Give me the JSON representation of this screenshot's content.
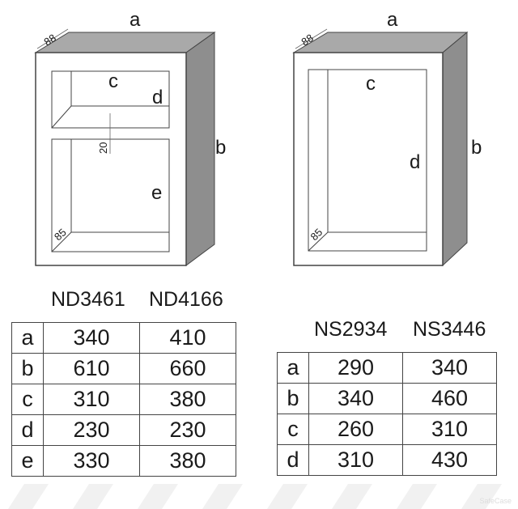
{
  "left_diagram": {
    "labels": {
      "a": "a",
      "b": "b",
      "c": "c",
      "d": "d",
      "e": "e",
      "depth": "88",
      "shelf": "20",
      "inner_depth": "85"
    }
  },
  "right_diagram": {
    "labels": {
      "a": "a",
      "b": "b",
      "c": "c",
      "d": "d",
      "depth": "88",
      "inner_depth": "85"
    }
  },
  "left_table": {
    "models": [
      "ND3461",
      "ND4166"
    ],
    "rows": [
      {
        "label": "a",
        "values": [
          "340",
          "410"
        ]
      },
      {
        "label": "b",
        "values": [
          "610",
          "660"
        ]
      },
      {
        "label": "c",
        "values": [
          "310",
          "380"
        ]
      },
      {
        "label": "d",
        "values": [
          "230",
          "230"
        ]
      },
      {
        "label": "e",
        "values": [
          "330",
          "380"
        ]
      }
    ]
  },
  "right_table": {
    "models": [
      "NS2934",
      "NS3446"
    ],
    "rows": [
      {
        "label": "a",
        "values": [
          "290",
          "340"
        ]
      },
      {
        "label": "b",
        "values": [
          "340",
          "460"
        ]
      },
      {
        "label": "c",
        "values": [
          "260",
          "310"
        ]
      },
      {
        "label": "d",
        "values": [
          "310",
          "430"
        ]
      }
    ]
  },
  "watermark": "SafeCase",
  "colors": {
    "side": "#8e8e8e",
    "top": "#a9a9a9",
    "line": "#444444",
    "stripe": "#f1f1f1"
  }
}
